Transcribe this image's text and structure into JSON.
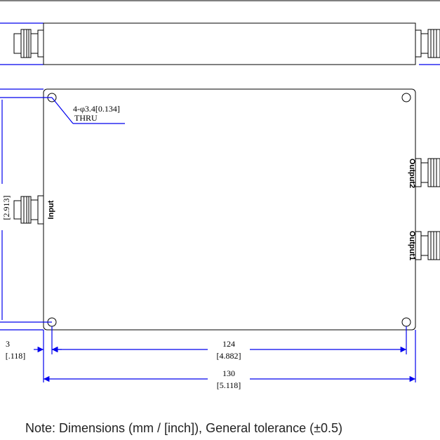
{
  "hole_callout": {
    "line1": "4-φ3.4[0.134]",
    "line2": "THRU"
  },
  "ports": {
    "input": "Input",
    "output1": "Output1",
    "output2": "Output2"
  },
  "dimensions": {
    "height_in": "[2.913]",
    "offset_mm": "3",
    "offset_in": "[.118]",
    "hole_spacing_mm": "124",
    "hole_spacing_in": "[4.882]",
    "length_mm": "130",
    "length_in": "[5.118]"
  },
  "note": "Note: Dimensions (mm / [inch]), General tolerance (±0.5)",
  "colors": {
    "dimension": "#0000ee",
    "outline": "#000000"
  }
}
